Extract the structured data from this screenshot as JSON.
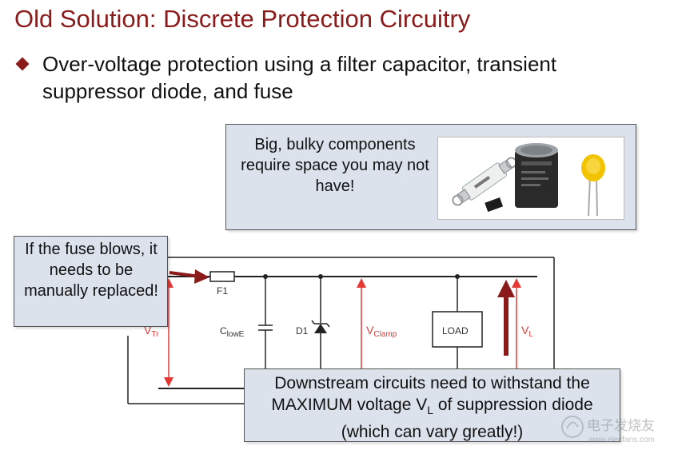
{
  "title": "Old Solution: Discrete Protection Circuitry",
  "bullet": {
    "text": "Over-voltage protection using a filter capacitor, transient suppressor diode, and fuse"
  },
  "callouts": {
    "components": "Big, bulky components require space you may not have!",
    "fuse": "If the fuse blows, it needs to be manually replaced!",
    "downstream": {
      "before": "Downstream circuits need to withstand the MAXIMUM voltage V",
      "sub": "L",
      "after": " of suppression diode (which can vary greatly!)"
    }
  },
  "circuit": {
    "fuse_label": "F1",
    "cap_label": "C",
    "cap_label_sub": "lowE",
    "diode_label": "D1",
    "load_label": "LOAD",
    "v_tr": "V",
    "v_tr_sub": "Tr",
    "v_clamp": "V",
    "v_clamp_sub": "Clamp",
    "v_l": "V",
    "v_l_sub": "L"
  },
  "watermark": {
    "cn": "电子发烧友",
    "url": "www.elecfans.com"
  },
  "colors": {
    "title": "#8b1a1a",
    "arrow": "#8b1a1a",
    "voltage": "#e53935",
    "callout_bg": "#dbe2ec"
  }
}
